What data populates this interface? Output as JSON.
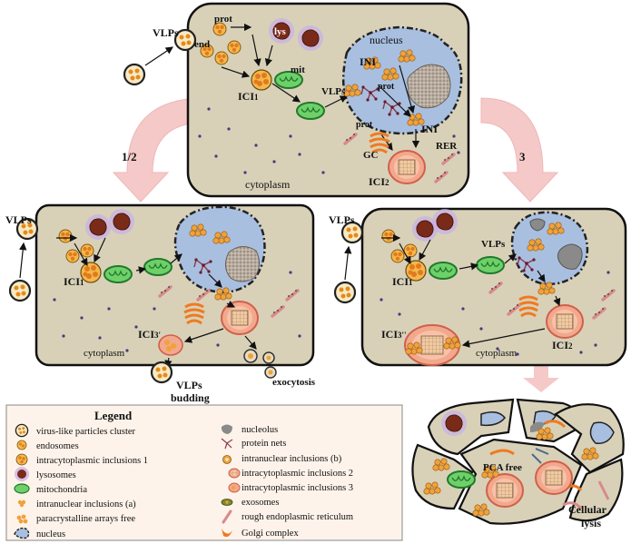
{
  "top_panel": {
    "vlps": "VLPs",
    "prot": "prot",
    "lys": "lys",
    "end": "end",
    "ici1": "ICI",
    "ici1_sub": "1",
    "mit": "mit",
    "nucleus": "nucleus",
    "ini_top": "INI",
    "ini_bottom": "INI",
    "prot_nucleus": "prot",
    "prot_lower": "prot",
    "vlps_inner": "VLPs",
    "gc": "GC",
    "rer": "RER",
    "ici2": "ICI",
    "ici2_sub": "2",
    "cytoplasm": "cytoplasm"
  },
  "arrows": {
    "left_label": "1/2",
    "right_label": "3"
  },
  "left_panel": {
    "vlps": "VLPs",
    "ici1": "ICI",
    "ici1_sub": "1",
    "ici3": "ICI",
    "ici3_sub": "3'",
    "cytoplasm": "cytoplasm",
    "vlps_budding_1": "VLPs",
    "vlps_budding_2": "budding",
    "exocytosis": "exocytosis"
  },
  "right_panel": {
    "vlps": "VLPs",
    "vlps_inner": "VLPs",
    "ici1": "ICI",
    "ici1_sub": "1",
    "ici3": "ICI",
    "ici3_sub": "3''",
    "ici2": "ICI",
    "ici2_sub": "2",
    "cytoplasm": "cytoplasm"
  },
  "lysed_cell": {
    "pca_free": "PCA free",
    "cellular_1": "Cellular",
    "cellular_2": "lysis"
  },
  "legend": {
    "title": "Legend",
    "left_items": [
      {
        "icon": "vlp-cluster-icon",
        "label": "virus-like particles cluster"
      },
      {
        "icon": "endosome-icon",
        "label": "endosomes"
      },
      {
        "icon": "ici1-icon",
        "label": "intracytoplasmic inclusions 1"
      },
      {
        "icon": "lysosome-icon",
        "label": "lysosomes"
      },
      {
        "icon": "mitochondria-icon",
        "label": "mitochondria"
      },
      {
        "icon": "ini-a-icon",
        "label": "intranuclear inclusions (a)"
      },
      {
        "icon": "paracrystalline-icon",
        "label": "paracrystalline arrays free"
      },
      {
        "icon": "nucleus-icon",
        "label": "nucleus"
      }
    ],
    "right_items": [
      {
        "icon": "nucleolus-icon",
        "label": "nucleolus"
      },
      {
        "icon": "protein-net-icon",
        "label": "protein nets"
      },
      {
        "icon": "ini-b-icon",
        "label": "intranuclear inclusions (b)"
      },
      {
        "icon": "ici2-icon",
        "label": "intracytoplasmic inclusions 2"
      },
      {
        "icon": "ici3-icon",
        "label": "intracytoplasmic inclusions 3"
      },
      {
        "icon": "exosome-icon",
        "label": "exosomes"
      },
      {
        "icon": "rer-icon",
        "label": "rough endoplasmic reticulum"
      },
      {
        "icon": "golgi-icon",
        "label": "Golgi complex"
      }
    ]
  },
  "colors": {
    "cytoplasm": "#d8d1b8",
    "nucleus": "#a8bfe0",
    "endosome": "#f0a23a",
    "lysosome": "#7a2a18",
    "lysosome_glow": "#b59ad8",
    "mitochondria": "#3ab54a",
    "inclusion": "#e8957a",
    "arrow_pink": "#f6c9c9",
    "golgi": "#f08020",
    "rer": "#d98a8a",
    "legend_bg": "#fdf3ea"
  }
}
